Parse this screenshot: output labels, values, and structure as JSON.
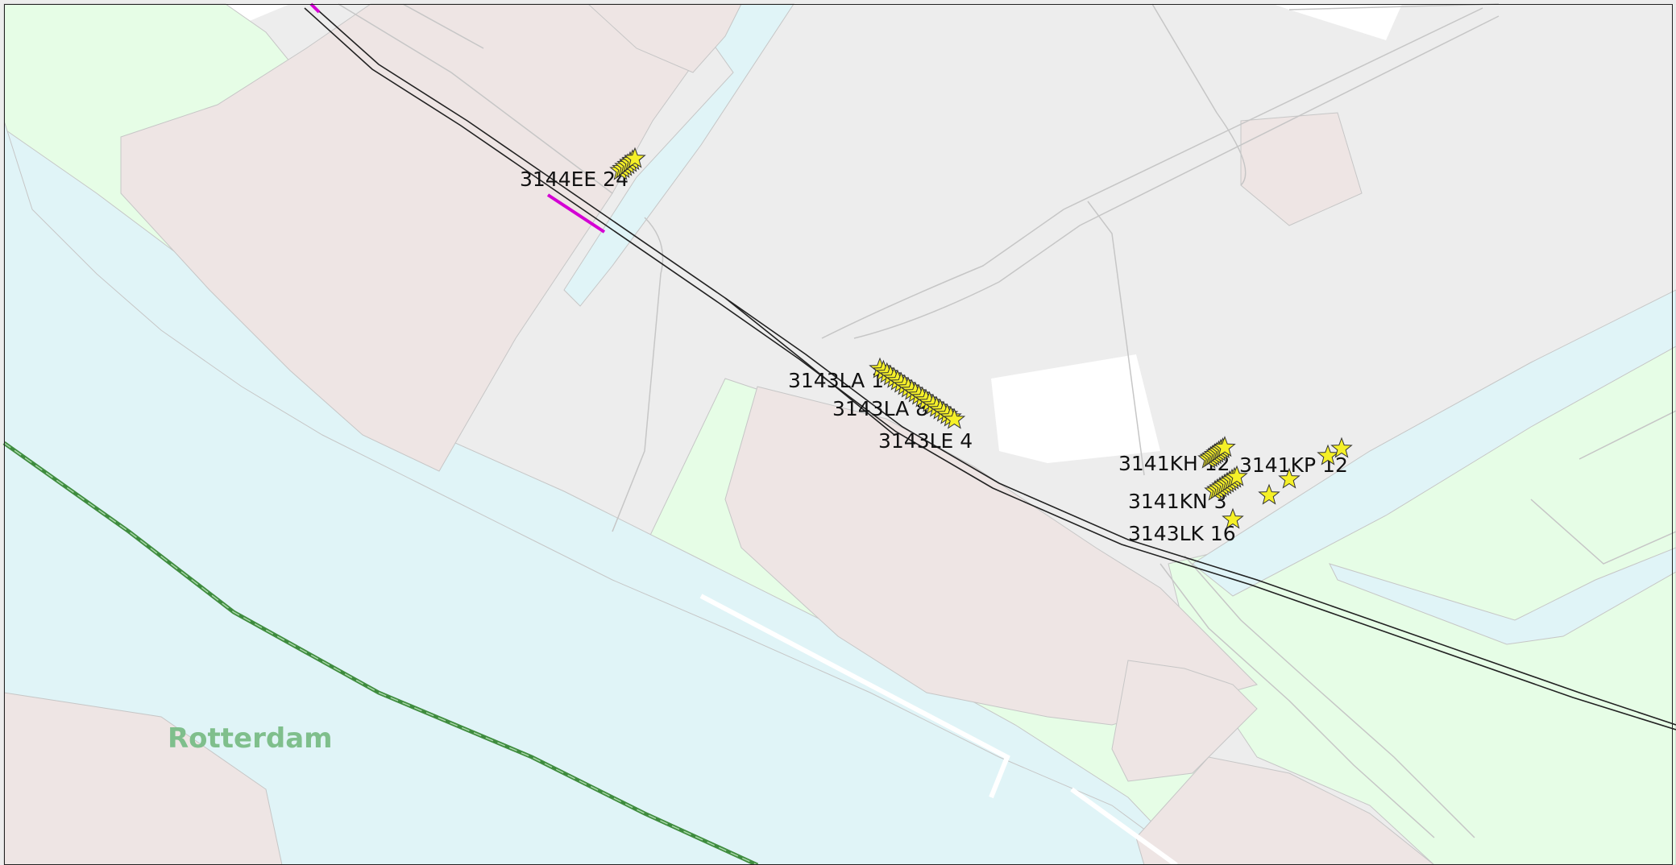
{
  "map": {
    "colors": {
      "background": "#ffffff",
      "water": "#e0f4f7",
      "green": "#e6fde6",
      "built": "#eee5e4",
      "road": "#ededed",
      "outline": "#c6c6c6",
      "rail": "#222222",
      "boundary": "#3f8c3f",
      "highlight": "#d400d4",
      "marker_fill": "#f5f028",
      "marker_stroke": "#333333",
      "place_label": "#7fbf8c"
    },
    "place_label": "Rotterdam",
    "address_labels": [
      {
        "id": "3144ee-24",
        "text": "3144EE 24"
      },
      {
        "id": "3143la-1",
        "text": "3143LA 1"
      },
      {
        "id": "3143la-8",
        "text": "3143LA 8"
      },
      {
        "id": "3143le-4",
        "text": "3143LE 4"
      },
      {
        "id": "3141kh-12",
        "text": "3141KH 12"
      },
      {
        "id": "3141kp-12",
        "text": "3141KP 12"
      },
      {
        "id": "3141kn-3",
        "text": "3141KN 3"
      },
      {
        "id": "3143lk-16",
        "text": "3143LK 16"
      }
    ],
    "marker_icon": "star-marker-icon"
  }
}
